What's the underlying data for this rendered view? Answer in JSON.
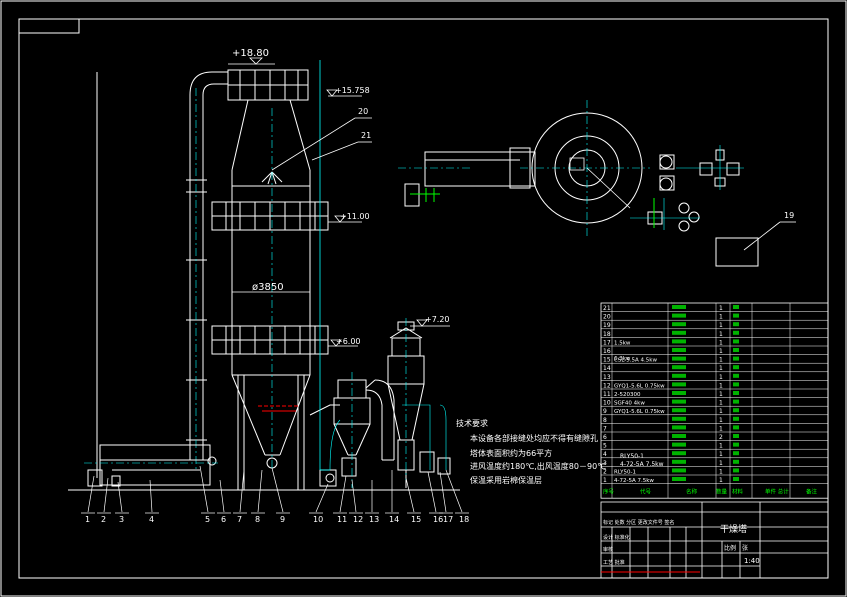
{
  "elevations": {
    "top": "+18.80",
    "cyclone_top": "+15.758",
    "upper_platform": "+11.00",
    "lower_platform": "+6.00",
    "separator_top": "+7.20"
  },
  "diameter": "ø3850",
  "callouts": {
    "c20": "20",
    "c21": "21",
    "c19": "19"
  },
  "balloon_numbers": [
    "1",
    "2",
    "3",
    "4",
    "5",
    "6",
    "7",
    "8",
    "9",
    "10",
    "11",
    "12",
    "13",
    "14",
    "15",
    "16",
    "17",
    "18"
  ],
  "notes": {
    "title": "技术要求",
    "line1": "本设备各部接缝处均应不得有缝隙孔",
    "line2": "塔体表面积约为66平方",
    "line3": "进风温度约180℃,出风温度80－90℃",
    "line4": "保温采用岩棉保温层",
    "label_a": "RLY50-1",
    "label_b": "4-72-5A 7.5kw",
    "label_c": "6.3kw"
  },
  "parts_table": {
    "rows": [
      {
        "no": "21",
        "spec": "",
        "name": "",
        "qty": "1",
        "mat": ""
      },
      {
        "no": "20",
        "spec": "",
        "name": "",
        "qty": "1",
        "mat": ""
      },
      {
        "no": "19",
        "spec": "",
        "name": "",
        "qty": "1",
        "mat": ""
      },
      {
        "no": "18",
        "spec": "",
        "name": "",
        "qty": "1",
        "mat": ""
      },
      {
        "no": "17",
        "spec": "1.5kw",
        "name": "",
        "qty": "1",
        "mat": ""
      },
      {
        "no": "16",
        "spec": "",
        "name": "",
        "qty": "1",
        "mat": ""
      },
      {
        "no": "15",
        "spec": "CSL-5.5A 4.5kw",
        "name": "",
        "qty": "1",
        "mat": ""
      },
      {
        "no": "14",
        "spec": "",
        "name": "",
        "qty": "1",
        "mat": ""
      },
      {
        "no": "13",
        "spec": "",
        "name": "",
        "qty": "1",
        "mat": ""
      },
      {
        "no": "12",
        "spec": "GYQ1-5.6L 0.75kw",
        "name": "",
        "qty": "1",
        "mat": ""
      },
      {
        "no": "11",
        "spec": "2-520300",
        "name": "",
        "qty": "1",
        "mat": ""
      },
      {
        "no": "10",
        "spec": "SGF40 4kw",
        "name": "",
        "qty": "1",
        "mat": ""
      },
      {
        "no": "9",
        "spec": "GYQ1-5.6L 0.75kw",
        "name": "",
        "qty": "1",
        "mat": ""
      },
      {
        "no": "8",
        "spec": "",
        "name": "",
        "qty": "1",
        "mat": ""
      },
      {
        "no": "7",
        "spec": "",
        "name": "",
        "qty": "1",
        "mat": ""
      },
      {
        "no": "6",
        "spec": "",
        "name": "",
        "qty": "2",
        "mat": ""
      },
      {
        "no": "5",
        "spec": "",
        "name": "",
        "qty": "1",
        "mat": ""
      },
      {
        "no": "4",
        "spec": "",
        "name": "",
        "qty": "1",
        "mat": ""
      },
      {
        "no": "3",
        "spec": "",
        "name": "",
        "qty": "1",
        "mat": ""
      },
      {
        "no": "2",
        "spec": "RLY50-1",
        "name": "",
        "qty": "1",
        "mat": ""
      },
      {
        "no": "1",
        "spec": "4-72-5A 7.5kw",
        "name": "",
        "qty": "1",
        "mat": ""
      }
    ],
    "header": {
      "no": "序号",
      "spec": "代号",
      "name": "名称",
      "qty": "数量",
      "mat": "材料",
      "weight": "单件 总计",
      "note": "备注"
    }
  },
  "title_block": {
    "drawing_title": "干燥塔",
    "scale_label": "比例",
    "scale_value": "1:40",
    "sheet_label": "张",
    "row1": "标记 处数 分区 更改文件号 签名",
    "row2": "设计 标准化",
    "row3": "审核",
    "row4": "工艺 批准"
  },
  "colors": {
    "line_white": "#ffffff",
    "line_cyan": "#00ffff",
    "line_green": "#00ff00",
    "line_red": "#ff0000",
    "line_yellow": "#ffff00",
    "line_magenta": "#ff00ff"
  }
}
